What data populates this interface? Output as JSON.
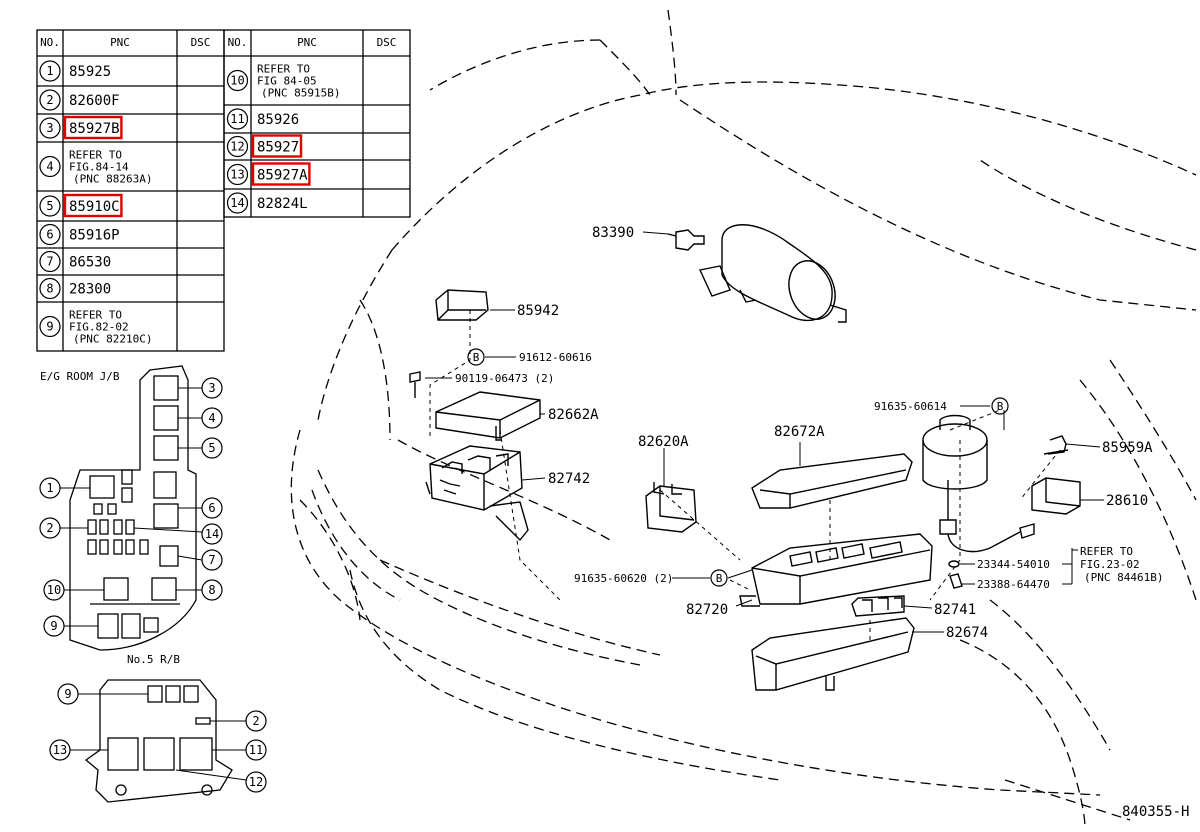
{
  "table": {
    "headers": [
      "NO.",
      "PNC",
      "DSC"
    ],
    "left": [
      {
        "no": "1",
        "pnc": [
          "85925"
        ],
        "highlighted": false
      },
      {
        "no": "2",
        "pnc": [
          "82600F"
        ],
        "highlighted": false
      },
      {
        "no": "3",
        "pnc": [
          "85927B"
        ],
        "highlighted": true
      },
      {
        "no": "4",
        "pnc": [
          "REFER TO",
          "FIG.84-14",
          "(PNC 88263A)"
        ],
        "highlighted": false
      },
      {
        "no": "5",
        "pnc": [
          "85910C"
        ],
        "highlighted": true
      },
      {
        "no": "6",
        "pnc": [
          "85916P"
        ],
        "highlighted": false
      },
      {
        "no": "7",
        "pnc": [
          "86530"
        ],
        "highlighted": false
      },
      {
        "no": "8",
        "pnc": [
          "28300"
        ],
        "highlighted": false
      },
      {
        "no": "9",
        "pnc": [
          "REFER TO",
          "FIG.82-02",
          "(PNC 82210C)"
        ],
        "highlighted": false
      }
    ],
    "right": [
      {
        "no": "10",
        "pnc": [
          "REFER TO",
          "FIG 84-05",
          "(PNC 85915B)"
        ],
        "highlighted": false
      },
      {
        "no": "11",
        "pnc": [
          "85926"
        ],
        "highlighted": false
      },
      {
        "no": "12",
        "pnc": [
          "85927"
        ],
        "highlighted": true
      },
      {
        "no": "13",
        "pnc": [
          "85927A"
        ],
        "highlighted": true
      },
      {
        "no": "14",
        "pnc": [
          "82824L"
        ],
        "highlighted": false
      }
    ]
  },
  "jb_title": "E/G ROOM J/B",
  "rb_title": "No.5 R/B",
  "jb_callouts": [
    "3",
    "4",
    "5",
    "1",
    "6",
    "2",
    "14",
    "7",
    "10",
    "8",
    "9"
  ],
  "rb_callouts": [
    "9",
    "2",
    "13",
    "11",
    "12"
  ],
  "part_labels": {
    "p83390": "83390",
    "p85942": "85942",
    "p91612": "91612-60616",
    "p90119": "90119-06473 (2)",
    "p82662A": "82662A",
    "p82742": "82742",
    "p82620A": "82620A",
    "p82672A": "82672A",
    "p91635a": "91635-60614",
    "p85959A": "85959A",
    "p28610": "28610",
    "p23344": "23344-54010",
    "p23388": "23388-64470",
    "p91635b": "91635-60620 (2)",
    "p82720": "82720",
    "p82741": "82741",
    "p82674": "82674"
  },
  "refer_note": [
    "REFER TO",
    "FIG.23-02",
    "(PNC 84461B)"
  ],
  "bolt_marker": "B",
  "figure_code": "840355-H"
}
